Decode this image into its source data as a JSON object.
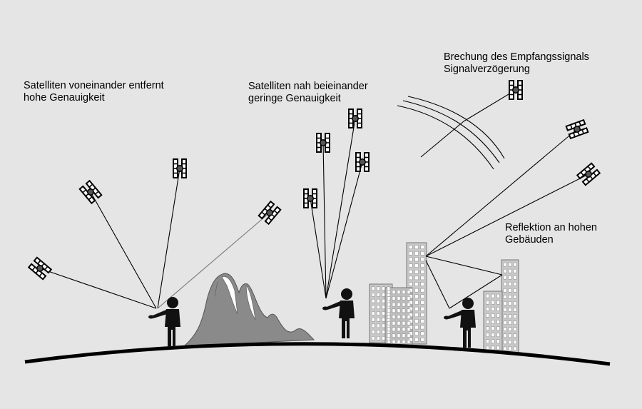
{
  "labels": {
    "group1": [
      "Satelliten voneinander entfernt",
      "hohe Genauigkeit"
    ],
    "group2": [
      "Satelliten nah beieinander",
      "geringe Genauigkeit"
    ],
    "group3": [
      "Brechung des Empfangssignals",
      "Signalverzögerung"
    ],
    "group4": [
      "Reflektion an hohen",
      "Gebäuden"
    ]
  },
  "colors": {
    "background": "#e5e5e5",
    "ground": "#000000",
    "mountain": "#8a8a8a",
    "mountain_snow": "#ffffff",
    "building": "#c8c8c8",
    "window": "#ffffff",
    "figure": "#111111"
  }
}
